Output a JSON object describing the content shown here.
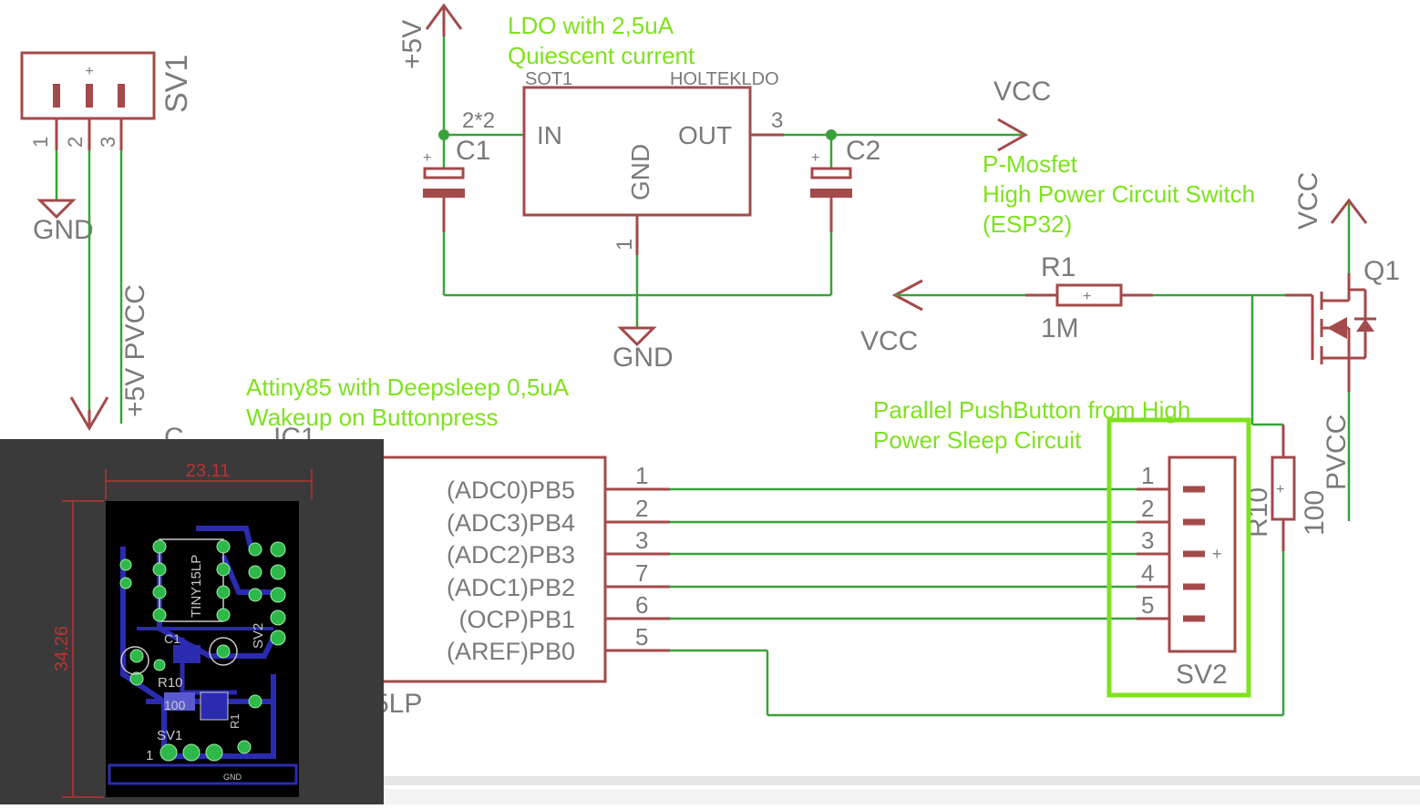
{
  "schematic": {
    "notes": {
      "ldo_line1": "LDO with 2,5uA",
      "ldo_line2": "Quiescent current",
      "mosfet_line1": "P-Mosfet",
      "mosfet_line2": "High Power Circuit Switch",
      "mosfet_line3": "(ESP32)",
      "attiny_line1": "Attiny85 with Deepsleep 0,5uA",
      "attiny_line2": "Wakeup on Buttonpress",
      "button_line1": "Parallel PushButton from High",
      "button_line2": "Power Sleep Circuit"
    },
    "sv1": {
      "name": "SV1",
      "pins": [
        "1",
        "2",
        "3"
      ],
      "plus": "+"
    },
    "nets": {
      "gnd": "GND",
      "plus5v": "+5V",
      "vcc": "VCC",
      "pvcc": "PVCC",
      "plus5v_pvcc": "+5V PVCC"
    },
    "ldo": {
      "name": "SOT1",
      "value": "HOLTEKLDO",
      "in": "IN",
      "out": "OUT",
      "gnd": "GND",
      "pin_in": "2*2",
      "pin_out": "3",
      "pin_gnd": "1"
    },
    "c1": "C1",
    "c2": "C2",
    "r1": {
      "name": "R1",
      "value": "1M"
    },
    "q1": "Q1",
    "r10": {
      "name": "R10",
      "value": "100"
    },
    "ic": {
      "name_partial": "IC1",
      "value_partial": "5LP",
      "c_partial": "C",
      "ports": [
        "(ADC0)PB5",
        "(ADC3)PB4",
        "(ADC2)PB3",
        "(ADC1)PB2",
        "(OCP)PB1",
        "(AREF)PB0"
      ],
      "pins": [
        "1",
        "2",
        "3",
        "7",
        "6",
        "5"
      ]
    },
    "sv2": {
      "name": "SV2",
      "pins": [
        "1",
        "2",
        "3",
        "4",
        "5"
      ]
    }
  },
  "pcb_preview": {
    "width_dim": "23.11",
    "height_dim": "34.26",
    "labels": {
      "chip": "TINY15LP",
      "sv1": "SV1",
      "sv2": "SV2",
      "r10": "R10",
      "r10_value": "100",
      "c1": "C1",
      "r1": "R1",
      "gnd": "GND",
      "pin1": "1"
    }
  },
  "colors": {
    "part": "#a34a4a",
    "wire": "#3aa13a",
    "note": "#7ee21e",
    "label": "#7a7a7a",
    "pcb_background": "#3a3a3a",
    "pcb_board": "#000000",
    "pcb_trace": "#2b2bb0",
    "pcb_pad": "#2eb84a"
  }
}
